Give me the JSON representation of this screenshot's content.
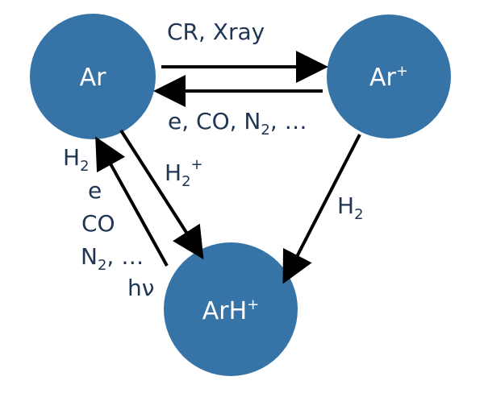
{
  "nodes": {
    "ar": {
      "label": "Ar"
    },
    "ar_plus": {
      "base": "Ar",
      "sup": "+"
    },
    "arh_plus": {
      "base": "ArH",
      "sup": "+"
    }
  },
  "edges": {
    "ionization": {
      "label": "CR, Xray"
    },
    "recombination": {
      "parts": [
        "e, CO, N",
        "2",
        ", …"
      ]
    },
    "ar_to_arh_via_h2plus": {
      "base": "H",
      "sub": "2",
      "sup": "+"
    },
    "arplus_to_arh_via_h2": {
      "base": "H",
      "sub": "2"
    },
    "arh_to_ar_destruction": {
      "h2": {
        "base": "H",
        "sub": "2"
      },
      "e": "e",
      "co": "CO",
      "n2": {
        "base": "N",
        "sub": "2",
        "tail": ", …"
      },
      "hv": "hν"
    }
  },
  "colors": {
    "node_fill": "#3674a8",
    "label_text": "#1f3554",
    "arrow": "#000000"
  }
}
